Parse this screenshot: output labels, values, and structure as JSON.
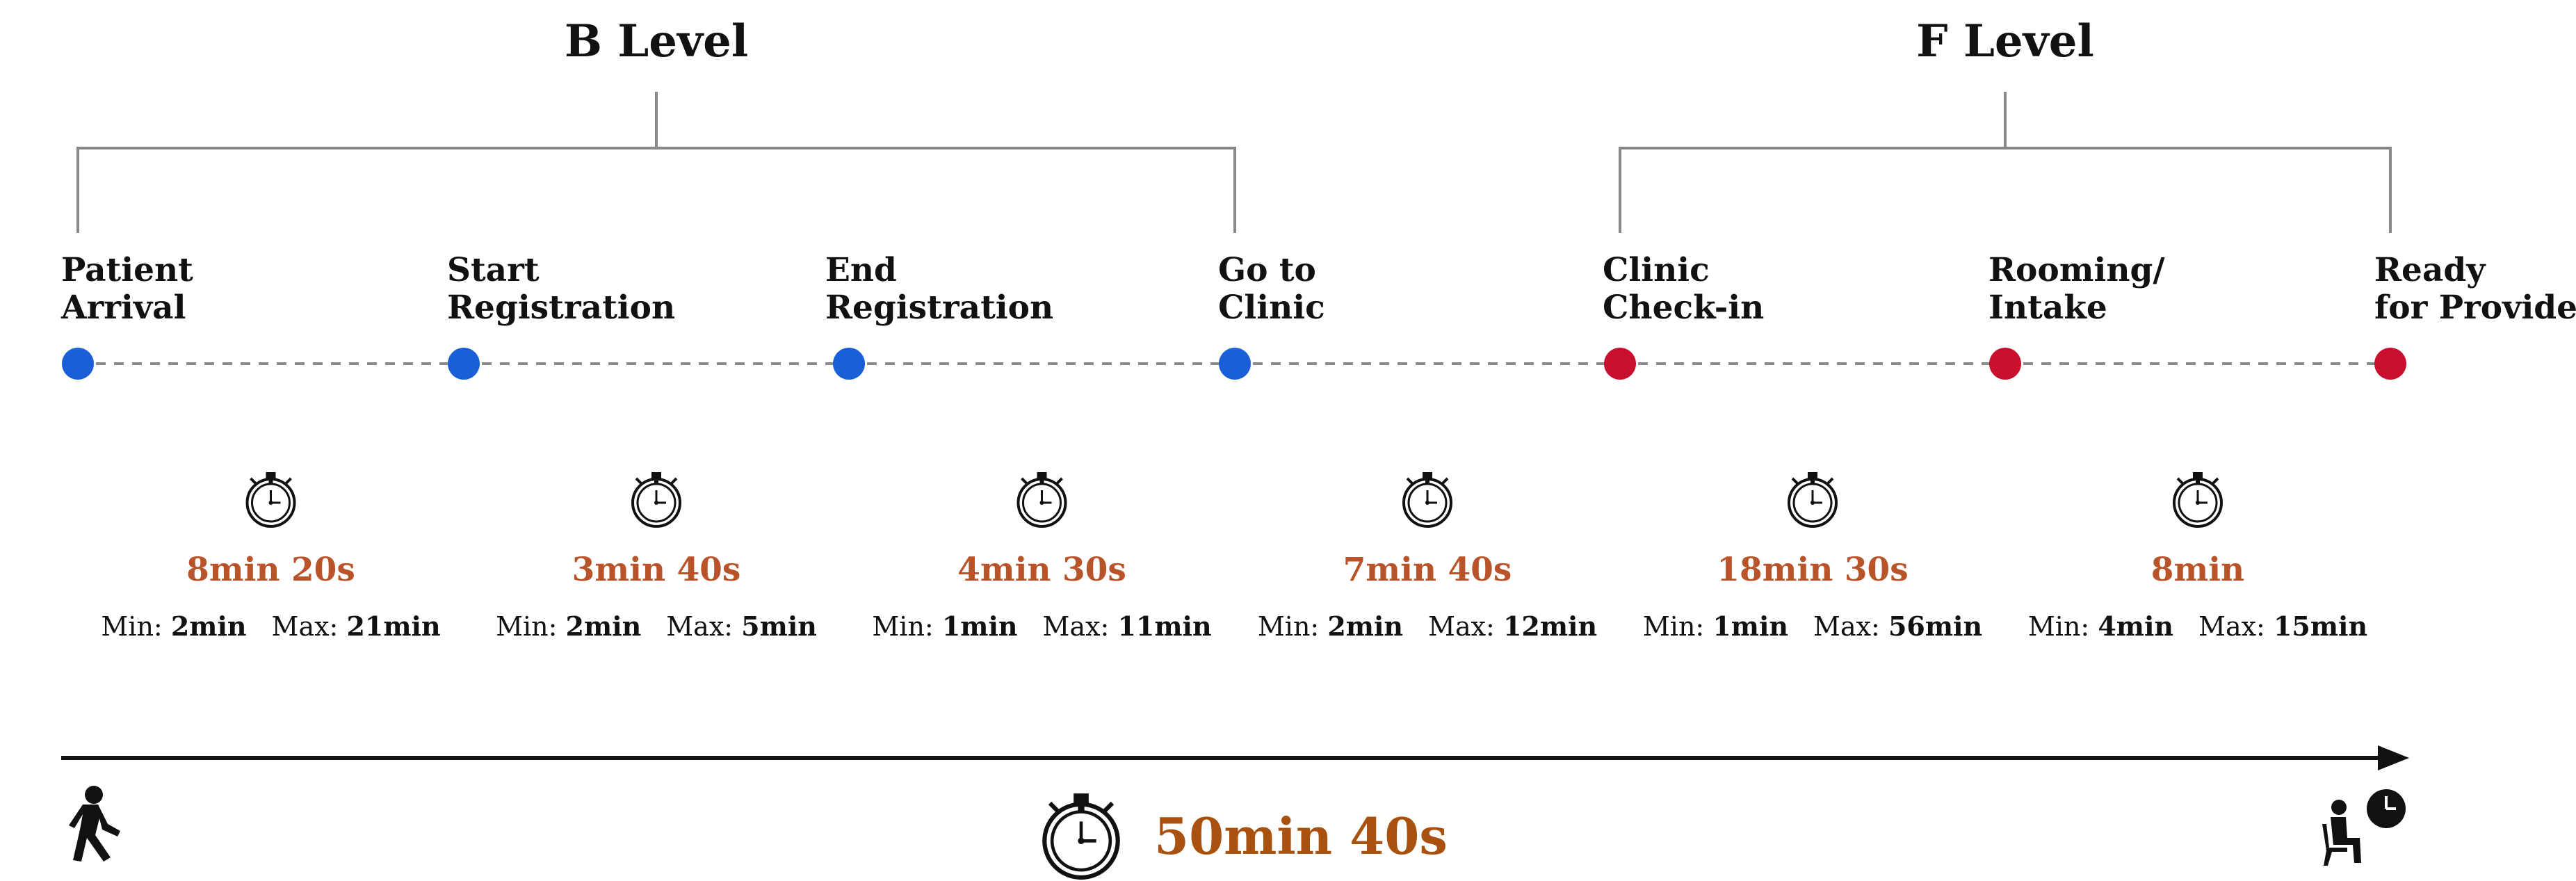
{
  "levels": [
    {
      "title": "B Level",
      "from_step": 0,
      "to_step": 3
    },
    {
      "title": "F Level",
      "from_step": 4,
      "to_step": 6
    }
  ],
  "steps": [
    {
      "line1": "Patient",
      "line2": "Arrival",
      "dot_color": "#1a5fd8"
    },
    {
      "line1": "Start",
      "line2": "Registration",
      "dot_color": "#1a5fd8"
    },
    {
      "line1": "End",
      "line2": "Registration",
      "dot_color": "#1a5fd8"
    },
    {
      "line1": "Go to",
      "line2": "Clinic",
      "dot_color": "#1a5fd8"
    },
    {
      "line1": "Clinic",
      "line2": "Check-in",
      "dot_color": "#c8102e"
    },
    {
      "line1": "Rooming/",
      "line2": "Intake",
      "dot_color": "#c8102e"
    },
    {
      "line1": "Ready",
      "line2": "for Provider",
      "dot_color": "#c8102e"
    }
  ],
  "segments": [
    {
      "duration": "8min 20s",
      "min_label": "Min:",
      "min": "2min",
      "max_label": "Max:",
      "max": "21min"
    },
    {
      "duration": "3min 40s",
      "min_label": "Min:",
      "min": "2min",
      "max_label": "Max:",
      "max": "5min"
    },
    {
      "duration": "4min 30s",
      "min_label": "Min:",
      "min": "1min",
      "max_label": "Max:",
      "max": "11min"
    },
    {
      "duration": "7min 40s",
      "min_label": "Min:",
      "min": "2min",
      "max_label": "Max:",
      "max": "12min"
    },
    {
      "duration": "18min 30s",
      "min_label": "Min:",
      "min": "1min",
      "max_label": "Max:",
      "max": "56min"
    },
    {
      "duration": "8min",
      "min_label": "Min:",
      "min": "4min",
      "max_label": "Max:",
      "max": "15min"
    }
  ],
  "total": "50min 40s",
  "colors": {
    "blue_dot": "#1a5fd8",
    "red_dot": "#c8102e",
    "duration_text": "#b9542a",
    "total_text": "#a9520f",
    "bracket": "#888888",
    "dashed_line": "#8a8a8a"
  },
  "icons": {
    "timer": "stopwatch-icon",
    "start": "walking-person-icon",
    "end": "seated-person-clock-icon"
  }
}
